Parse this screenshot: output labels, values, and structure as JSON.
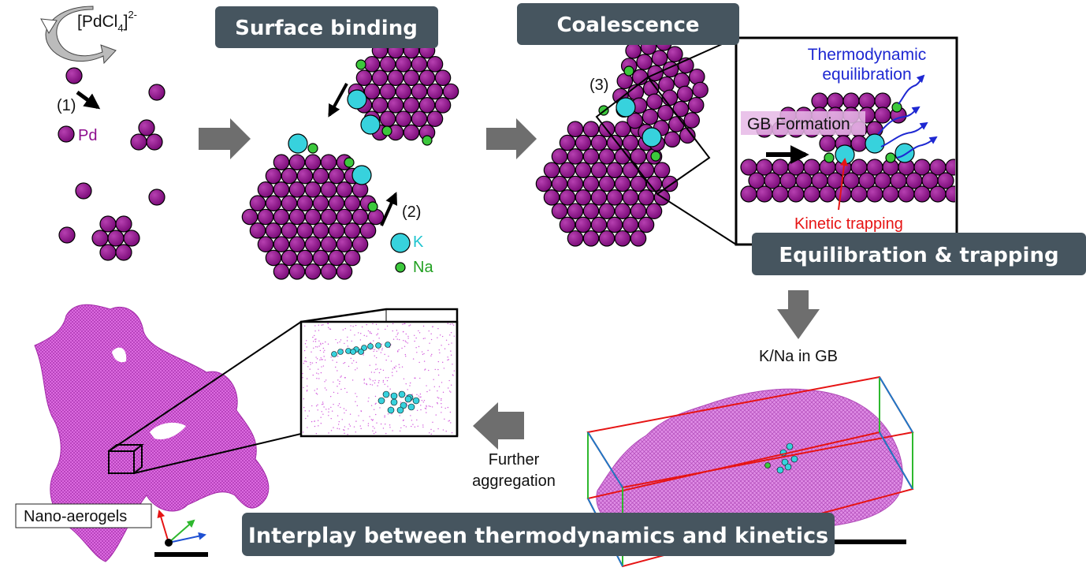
{
  "precursor": {
    "base": "[PdCl",
    "sub": "4",
    "close": "]",
    "sup": "2-"
  },
  "steps": {
    "s1": "(1)",
    "s2": "(2)",
    "s3": "(3)"
  },
  "legend": {
    "pd": "Pd",
    "k": "K",
    "na": "Na"
  },
  "stages": {
    "surface_binding": "Surface binding",
    "coalescence": "Coalescence",
    "equilibration": "Equilibration & trapping",
    "interplay": "Interplay between thermodynamics and kinetics"
  },
  "zoom": {
    "thermo": "Thermodynamic\nequilibration",
    "gb": "GB Formation",
    "kinetic": "Kinetic trapping"
  },
  "labels": {
    "kna_gb": "K/Na in GB",
    "further": "Further\naggregation",
    "aerogel": "Nano-aerogels"
  },
  "colors": {
    "pd": "#8e0e8e",
    "k": "#37d2dd",
    "na": "#3cc83c",
    "tag": "#46555f",
    "arrow": "#6e6e6e",
    "thermo": "#1e28d2",
    "kinetic": "#e61414",
    "mesh": "#d25adc"
  }
}
